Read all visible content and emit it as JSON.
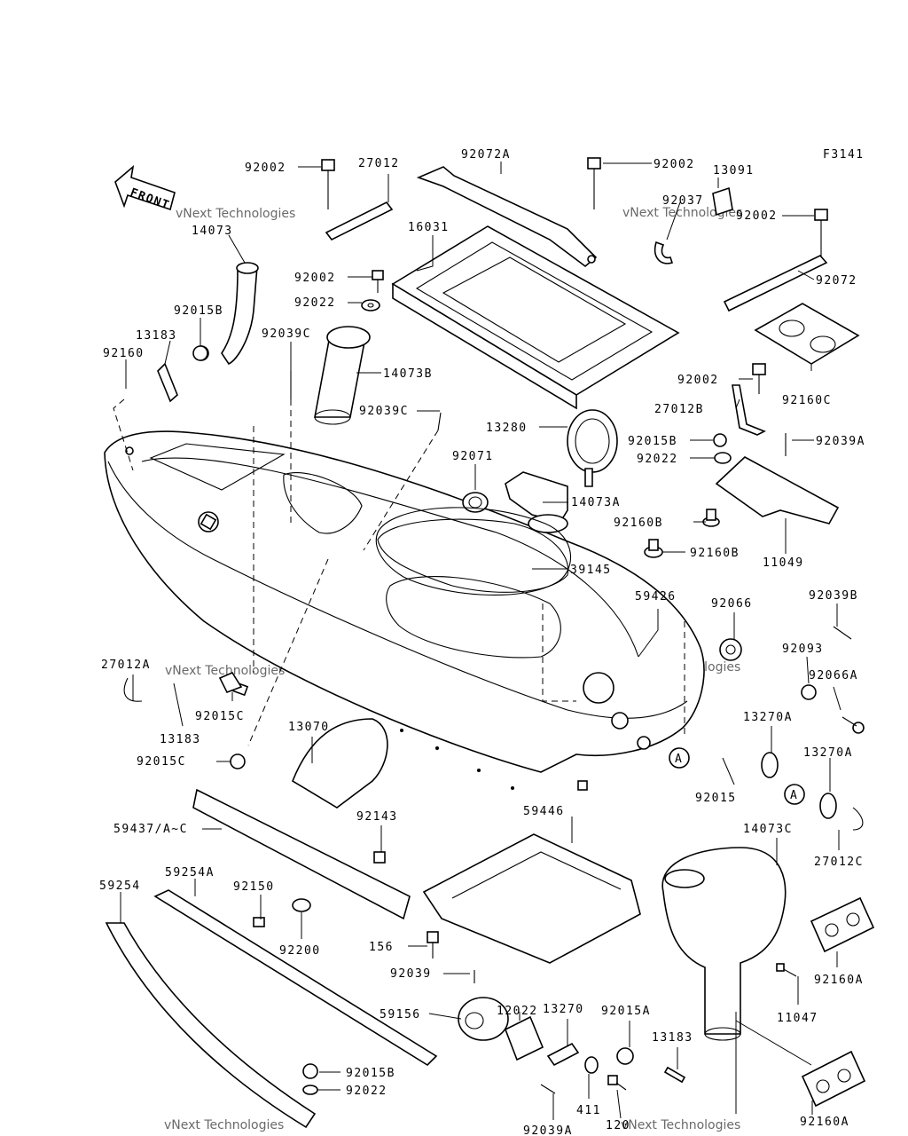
{
  "figure_code": "F3141",
  "front_label": "FRONT",
  "watermark": {
    "line1": "vNext",
    "line2": "Technologies",
    "combined": "vNext Technologies"
  },
  "callout_A": "A",
  "parts": [
    {
      "id": "p1",
      "label": "92002"
    },
    {
      "id": "p2",
      "label": "27012"
    },
    {
      "id": "p3",
      "label": "92072A"
    },
    {
      "id": "p4",
      "label": "92002"
    },
    {
      "id": "p5",
      "label": "13091"
    },
    {
      "id": "p6",
      "label": "92037"
    },
    {
      "id": "p7",
      "label": "92002"
    },
    {
      "id": "p8",
      "label": "14073"
    },
    {
      "id": "p9",
      "label": "16031"
    },
    {
      "id": "p10",
      "label": "92072"
    },
    {
      "id": "p11",
      "label": "92002"
    },
    {
      "id": "p12",
      "label": "92022"
    },
    {
      "id": "p13",
      "label": "92015B"
    },
    {
      "id": "p14",
      "label": "13183"
    },
    {
      "id": "p15",
      "label": "92039C"
    },
    {
      "id": "p16",
      "label": "92160"
    },
    {
      "id": "p17",
      "label": "14073B"
    },
    {
      "id": "p18",
      "label": "92160C"
    },
    {
      "id": "p19",
      "label": "92002"
    },
    {
      "id": "p20",
      "label": "27012B"
    },
    {
      "id": "p21",
      "label": "92039C"
    },
    {
      "id": "p22",
      "label": "13280"
    },
    {
      "id": "p23",
      "label": "92015B"
    },
    {
      "id": "p24",
      "label": "92039A"
    },
    {
      "id": "p25",
      "label": "92022"
    },
    {
      "id": "p26",
      "label": "92071"
    },
    {
      "id": "p27",
      "label": "14073A"
    },
    {
      "id": "p28",
      "label": "92160B"
    },
    {
      "id": "p29",
      "label": "92160B"
    },
    {
      "id": "p30",
      "label": "11049"
    },
    {
      "id": "p31",
      "label": "39145"
    },
    {
      "id": "p32",
      "label": "59426"
    },
    {
      "id": "p33",
      "label": "92066"
    },
    {
      "id": "p34",
      "label": "92039B"
    },
    {
      "id": "p35",
      "label": "27012A"
    },
    {
      "id": "p36",
      "label": "92093"
    },
    {
      "id": "p37",
      "label": "92066A"
    },
    {
      "id": "p38",
      "label": "92015C"
    },
    {
      "id": "p39",
      "label": "13183"
    },
    {
      "id": "p40",
      "label": "13070"
    },
    {
      "id": "p41",
      "label": "13270A"
    },
    {
      "id": "p42",
      "label": "13270A"
    },
    {
      "id": "p43",
      "label": "92015C"
    },
    {
      "id": "p44",
      "label": "92015"
    },
    {
      "id": "p45",
      "label": "59446"
    },
    {
      "id": "p46",
      "label": "92143"
    },
    {
      "id": "p47",
      "label": "14073C"
    },
    {
      "id": "p48",
      "label": "59437/A~C"
    },
    {
      "id": "p49",
      "label": "27012C"
    },
    {
      "id": "p50",
      "label": "59254A"
    },
    {
      "id": "p51",
      "label": "59254"
    },
    {
      "id": "p52",
      "label": "92150"
    },
    {
      "id": "p53",
      "label": "92200"
    },
    {
      "id": "p54",
      "label": "156"
    },
    {
      "id": "p55",
      "label": "92160A"
    },
    {
      "id": "p56",
      "label": "92039"
    },
    {
      "id": "p57",
      "label": "11047"
    },
    {
      "id": "p58",
      "label": "12022"
    },
    {
      "id": "p59",
      "label": "13270"
    },
    {
      "id": "p60",
      "label": "92015A"
    },
    {
      "id": "p61",
      "label": "59156"
    },
    {
      "id": "p62",
      "label": "13183"
    },
    {
      "id": "p63",
      "label": "92015B"
    },
    {
      "id": "p64",
      "label": "92022"
    },
    {
      "id": "p65",
      "label": "411"
    },
    {
      "id": "p66",
      "label": "120"
    },
    {
      "id": "p67",
      "label": "92039A"
    },
    {
      "id": "p68",
      "label": "92160A"
    }
  ]
}
